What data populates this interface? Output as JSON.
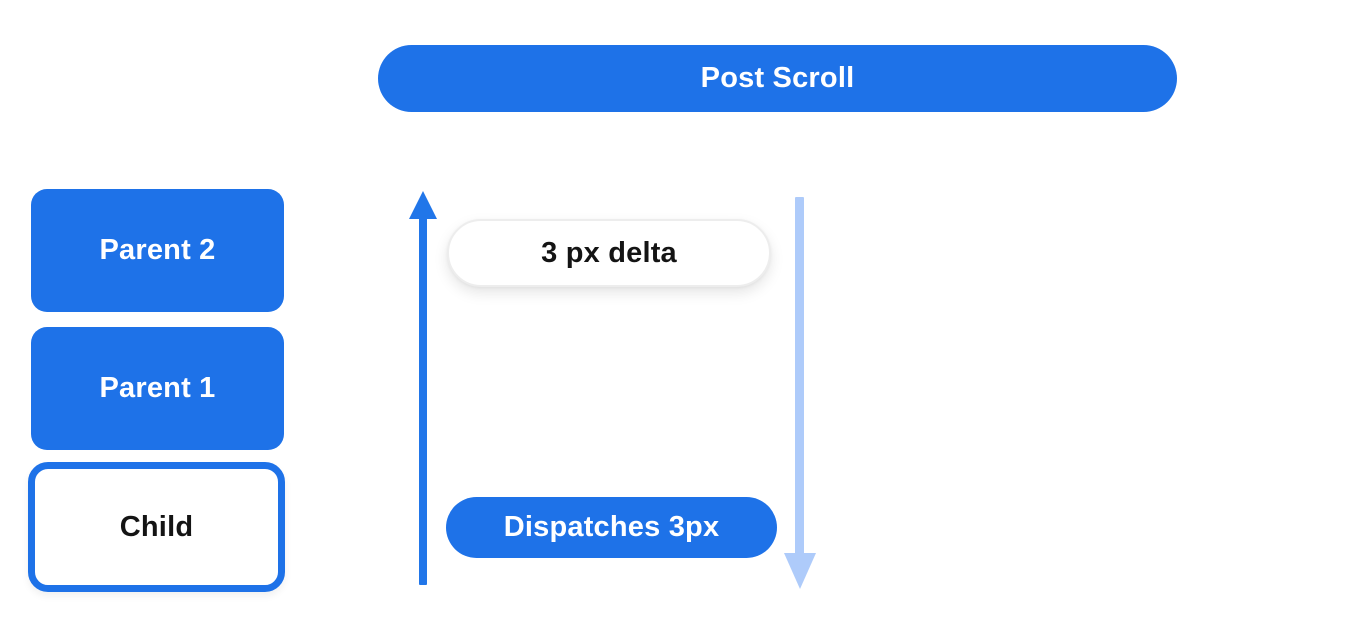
{
  "diagram": {
    "title_pill": {
      "label": "Post Scroll"
    },
    "boxes": [
      {
        "id": "parent-2",
        "label": "Parent 2",
        "style": "filled-blue"
      },
      {
        "id": "parent-1",
        "label": "Parent 1",
        "style": "filled-blue"
      },
      {
        "id": "child",
        "label": "Child",
        "style": "outlined-blue"
      }
    ],
    "delta_pill": {
      "label": "3 px delta"
    },
    "dispatch_pill": {
      "label": "Dispatches 3px"
    },
    "arrows": {
      "up": {
        "name": "scroll-up-arrow",
        "direction": "up",
        "color": "#2176e9"
      },
      "down": {
        "name": "scroll-down-arrow",
        "direction": "down",
        "color": "#aecbfa"
      }
    },
    "colors": {
      "primary_blue": "#1e72e8",
      "light_blue": "#aecbfa",
      "background": "#ffffff",
      "text_on_blue": "#ffffff",
      "text_dark": "#141414"
    }
  }
}
